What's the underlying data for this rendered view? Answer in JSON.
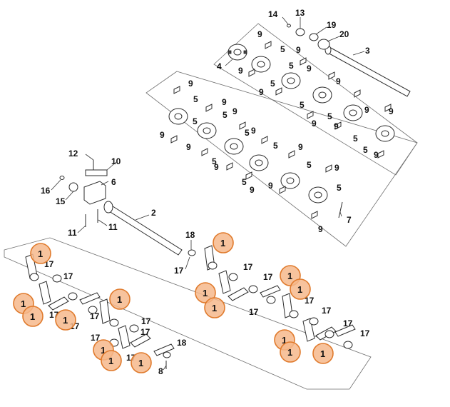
{
  "diagram": {
    "highlight_color": "#f6b98c",
    "highlight_stroke": "#e07a2c",
    "highlighted_part": "1",
    "labels": {
      "p1": "1",
      "p2": "2",
      "p3": "3",
      "p4": "4",
      "p5": "5",
      "p6": "6",
      "p7": "7",
      "p8": "8",
      "p9": "9",
      "p10": "10",
      "p11": "11",
      "p12": "12",
      "p13": "13",
      "p14": "14",
      "p15": "15",
      "p16": "16",
      "p17": "17",
      "p18": "18",
      "p19": "19",
      "p20": "20"
    }
  }
}
